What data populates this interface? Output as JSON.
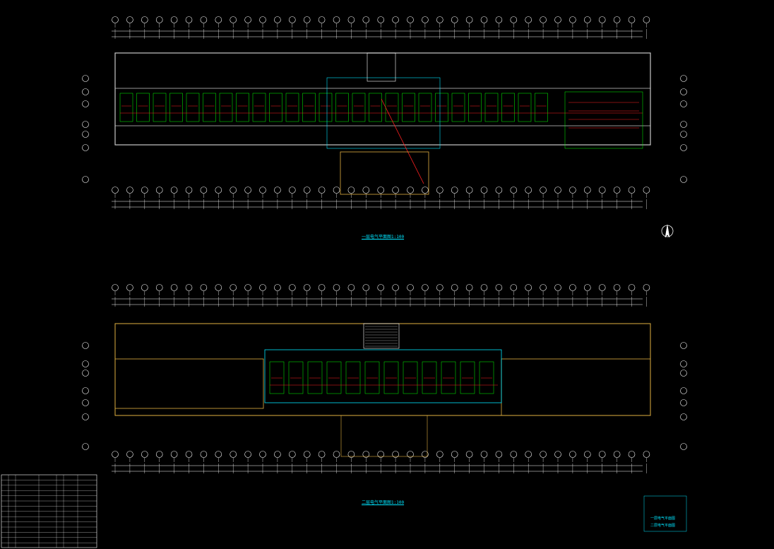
{
  "drawing": {
    "plans": [
      {
        "title": "一层电气平面图1:100"
      },
      {
        "title": "二层电气平面图1:100"
      }
    ],
    "title_block": {
      "lines": [
        "一层电气平面图",
        "二层电气平面图"
      ]
    }
  },
  "colors": {
    "background": "#000000",
    "grid": "#ffffff",
    "wall": "#c8c8c8",
    "fixture": "#00ff00",
    "wire": "#ff2020",
    "annotation": "#00e5ff",
    "void": "#e0b040"
  },
  "icons": [
    "north-arrow-icon",
    "axis-bubble-icon"
  ]
}
